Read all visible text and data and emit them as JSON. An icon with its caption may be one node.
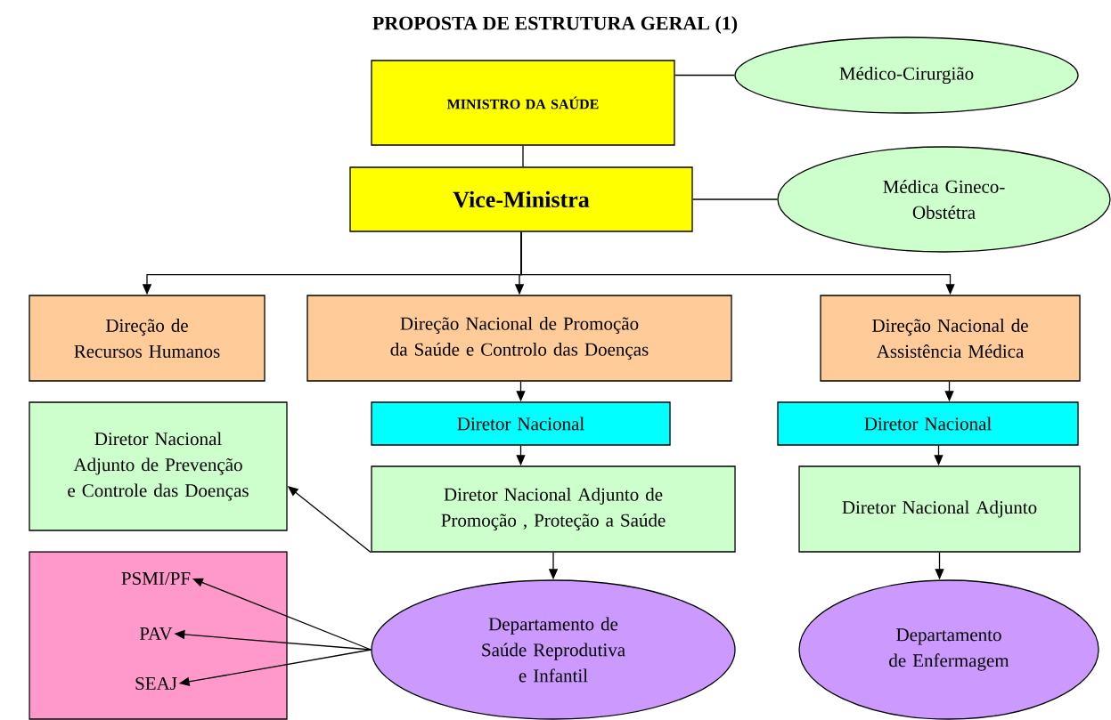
{
  "diagram": {
    "title": "PROPOSTA DE ESTRUTURA GERAL (1)",
    "nodes": [
      {
        "text": [
          "MINISTRO DA SAÚDE"
        ]
      },
      {
        "text": [
          "Médico-Cirurgião"
        ]
      },
      {
        "text": [
          "Vice-Ministra"
        ]
      },
      {
        "text": [
          "Médica Gineco-Obstétra"
        ]
      },
      {
        "text": [
          "Direção de Recursos Humanos"
        ]
      },
      {
        "text": [
          "Direção Nacional de Promoção da Saúde e Controlo das Doenças"
        ]
      },
      {
        "text": [
          "Direção Nacional de Assistência Médica"
        ]
      },
      {
        "text": [
          "Diretor Nacional Adjunto de Prevenção e Controle das Doenças"
        ]
      },
      {
        "text": [
          "Diretor Nacional"
        ]
      },
      {
        "text": [
          "Diretor Nacional Adjunto de Promoção ,  Proteção a Saúde"
        ]
      },
      {
        "text": [
          "Diretor Nacional"
        ]
      },
      {
        "text": [
          "Diretor Nacional Adjunto"
        ]
      },
      {
        "text": [],
        "shape": "box"
      },
      {
        "text": [
          "PSMI/PF"
        ],
        "in": 12
      },
      {
        "text": [
          "PAV"
        ],
        "in": 12
      },
      {
        "text": [
          "SEAJ"
        ],
        "in": 12
      },
      {
        "text": [
          "Departamento de Saúde Reprodutiva e Infantil"
        ]
      },
      {
        "text": [
          "Departamento de Enfermagem"
        ]
      }
    ],
    "edges": [
      {
        "from": 0,
        "to": 1,
        "arrow": "none"
      },
      {
        "from": 0,
        "to": 2,
        "arrow": "none"
      },
      {
        "from": 2,
        "to": 3,
        "arrow": "none"
      },
      {
        "from": 2,
        "to": 4,
        "arrow": "to"
      },
      {
        "from": 2,
        "to": 5,
        "arrow": "to"
      },
      {
        "from": 2,
        "to": 6,
        "arrow": "to"
      },
      {
        "from": 5,
        "to": 8,
        "arrow": "to"
      },
      {
        "from": 8,
        "to": 9,
        "arrow": "to"
      },
      {
        "from": 9,
        "to": 16,
        "arrow": "to"
      },
      {
        "from": 9,
        "to": 7,
        "arrow": "to"
      },
      {
        "from": 6,
        "to": 10,
        "arrow": "to"
      },
      {
        "from": 10,
        "to": 11,
        "arrow": "to"
      },
      {
        "from": 11,
        "to": 17,
        "arrow": "to"
      },
      {
        "from": 16,
        "to": 13,
        "arrow": "to"
      },
      {
        "from": 16,
        "to": 14,
        "arrow": "to"
      },
      {
        "from": 16,
        "to": 15,
        "arrow": "to"
      }
    ]
  }
}
